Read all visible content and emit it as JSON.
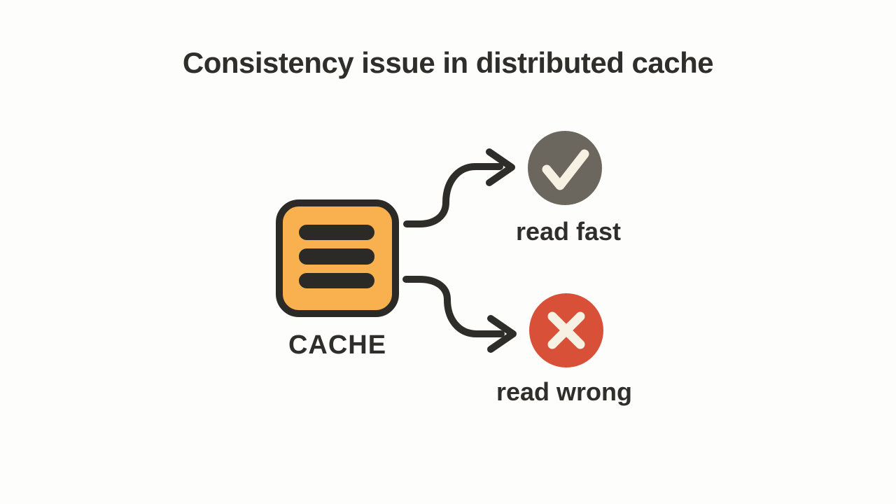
{
  "title": "Consistency issue in distributed cache",
  "cache": {
    "label": "CACHE",
    "icon": "cache-icon"
  },
  "outcomes": [
    {
      "label": "read fast",
      "icon": "check-icon",
      "circle_color": "#6B675E",
      "mark_color": "#F7F1E4"
    },
    {
      "label": "read wrong",
      "icon": "cross-icon",
      "circle_color": "#D85038",
      "mark_color": "#F7F1E4"
    }
  ],
  "colors": {
    "background": "#FDFDFC",
    "ink": "#2E2D29",
    "text": "#2F2E2B",
    "cache_fill": "#F9B04F",
    "cache_stroke": "#2B2A26"
  }
}
